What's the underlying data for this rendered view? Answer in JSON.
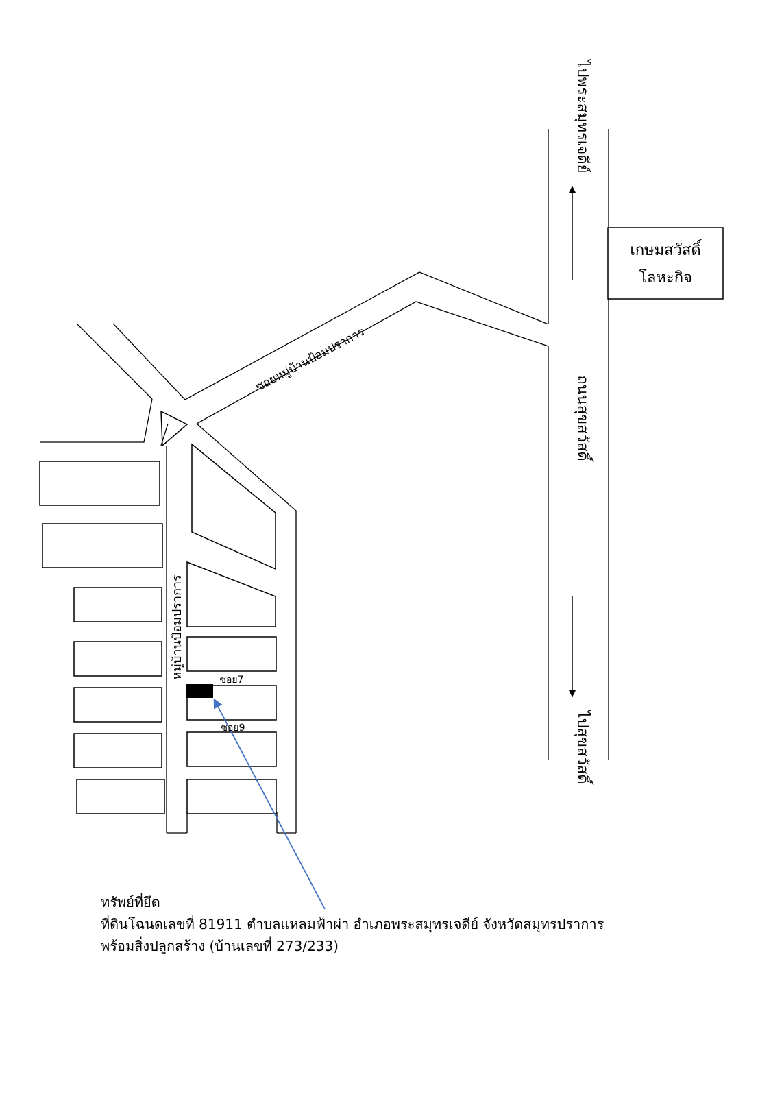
{
  "map": {
    "store_sign": {
      "line1": "เกษมสวัสดิ์",
      "line2": "โลหะกิจ"
    },
    "main_road": {
      "direction_north": "ไปพระสมุทรเจดีย์",
      "road_name": "ถนนสุขสวัสดิ์",
      "direction_south": "ไปสุขสวัสดิ์"
    },
    "soi_road_label": "ซอยหมู่บ้านป้อมปราการ",
    "village_label": "หมู่บ้านป้อมปราการ",
    "soi_labels": [
      "ซอย7",
      "ซอย9"
    ],
    "colors": {
      "line": "#000000",
      "pointer_arrow": "#4472c4",
      "marker": "#000000"
    }
  },
  "caption": {
    "title": "ทรัพย์ที่ยึด",
    "line1": "ที่ดินโฉนดเลขที่ 81911 ตำบลแหลมฟ้าผ่า อำเภอพระสมุทรเจดีย์ จังหวัดสมุทรปราการ",
    "line2": "พร้อมสิ่งปลูกสร้าง  (บ้านเลขที่ 273/233)"
  }
}
